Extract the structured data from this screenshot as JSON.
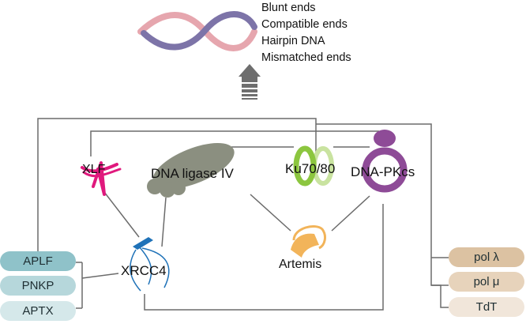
{
  "end_types": [
    "Blunt ends",
    "Compatible ends",
    "Hairpin DNA",
    "Mismatched ends"
  ],
  "proteins": {
    "xlf": "XLF",
    "ligase": "DNA ligase IV",
    "ku": "Ku70/80",
    "dnapk": "DNA-PKcs",
    "xrcc4": "XRCC4",
    "artemis": "Artemis"
  },
  "left_factors": [
    "APLF",
    "PNKP",
    "APTX"
  ],
  "right_polymerases": [
    "pol λ",
    "pol μ",
    "TdT"
  ],
  "colors": {
    "line": "#6b6b6b",
    "arrow": "#6e6e6e",
    "dna_pink": "#e6a6ae",
    "dna_purple": "#7d74a8",
    "xlf": "#e0197d",
    "ligase": "#8b8f80",
    "ku_dark": "#8cc63f",
    "ku_light": "#c9e3a0",
    "dnapk": "#8e4b97",
    "xrcc4": "#1f72b8",
    "artemis": "#f2b45a",
    "left_pills": [
      "#8fc2c9",
      "#b6d7db",
      "#d5e8ea"
    ],
    "right_pills": [
      "#dcc2a2",
      "#e7d3bb",
      "#f1e6da"
    ]
  }
}
